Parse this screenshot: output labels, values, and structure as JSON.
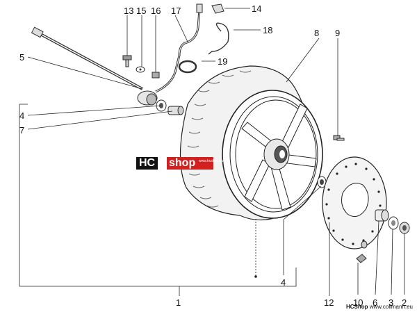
{
  "callouts": {
    "c1": "1",
    "c2": "2",
    "c3": "3",
    "c4a": "4",
    "c4b": "4",
    "c5": "5",
    "c6": "6",
    "c7": "7",
    "c8": "8",
    "c9": "9",
    "c10": "10",
    "c12": "12",
    "c13": "13",
    "c14": "14",
    "c15": "15",
    "c16": "16",
    "c17": "17",
    "c18": "18",
    "c19": "19"
  },
  "watermark": {
    "left": "HC",
    "right": "shop",
    "url": "www.hcshop.eu"
  },
  "footer": {
    "brand": "HCShop",
    "site": "www.collmann.eu"
  },
  "colors": {
    "badge_dark": "#111111",
    "badge_red": "#d21f1f",
    "line": "#222222",
    "tire_fill": "#f2f2f2"
  }
}
